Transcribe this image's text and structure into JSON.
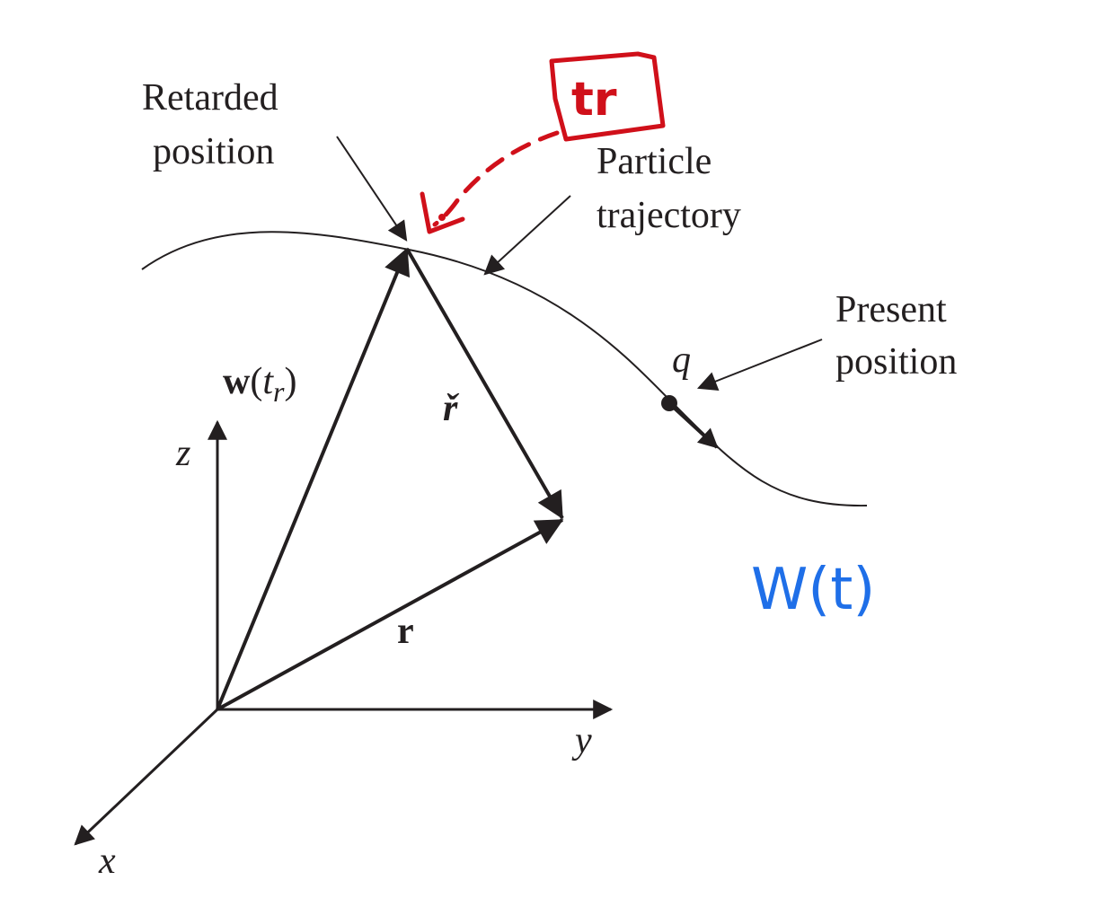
{
  "labels": {
    "retarded_line1": "Retarded",
    "retarded_line2": "position",
    "trajectory_line1": "Particle",
    "trajectory_line2": "trajectory",
    "present_line1": "Present",
    "present_line2": "position",
    "charge": "q",
    "w_of_tr_bold": "w",
    "w_of_tr_open": "(",
    "w_of_tr_t": "t",
    "w_of_tr_sub": "r",
    "w_of_tr_close": ")",
    "script_r": "ř",
    "r_vector": "r",
    "axis_x": "x",
    "axis_y": "y",
    "axis_z": "z"
  },
  "annotations": {
    "red_box_text": "tr",
    "blue_text": "W(t)"
  },
  "colors": {
    "ink": "#231f20",
    "annotation_red": "#d0101a",
    "annotation_blue": "#1f6fe8"
  }
}
